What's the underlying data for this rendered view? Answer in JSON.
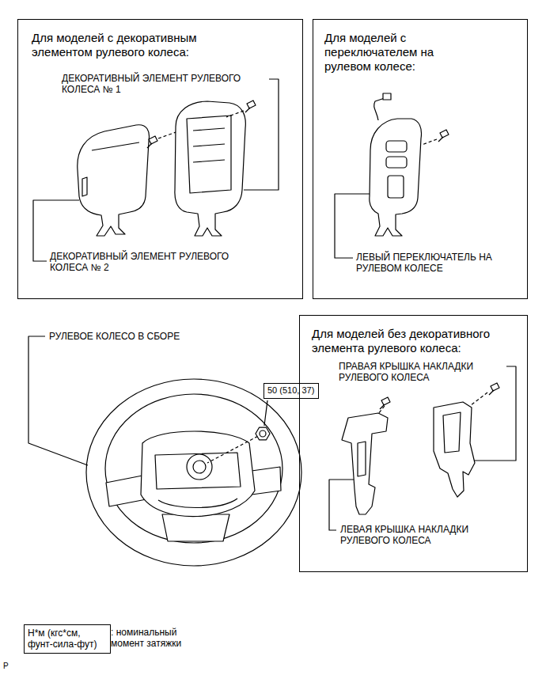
{
  "diagram": {
    "nodes": [
      {
        "text": [
          "Для моделей с декоративным элементом рулевого колеса:"
        ]
      },
      {
        "text": [
          "Для моделей с переключателем на рулевом колесе:"
        ]
      },
      {
        "text": [
          "50 (510, 37)"
        ]
      },
      {
        "text": [
          "Для моделей без декоративного элемента рулевого колеса:"
        ]
      },
      {
        "text": [
          "Н*м (кгс*см, фунт-сила-фут)"
        ]
      }
    ],
    "labels": [
      "ДЕКОРАТИВНЫЙ ЭЛЕМЕНТ РУЛЕВОГО КОЛЕСА № 1",
      "ДЕКОРАТИВНЫЙ ЭЛЕМЕНТ РУЛЕВОГО КОЛЕСА № 2",
      "ЛЕВЫЙ ПЕРЕКЛЮЧАТЕЛЬ НА РУЛЕВОМ КОЛЕСЕ",
      "РУЛЕВОЕ КОЛЕСО В СБОРЕ",
      "ПРАВАЯ КРЫШКА НАКЛАДКИ РУЛЕВОГО КОЛЕСА",
      "ЛЕВАЯ КРЫШКА НАКЛАДКИ РУЛЕВОГО КОЛЕСА",
      "P"
    ],
    "legend": [
      {
        "text": ": номинальный момент затяжки"
      }
    ]
  }
}
